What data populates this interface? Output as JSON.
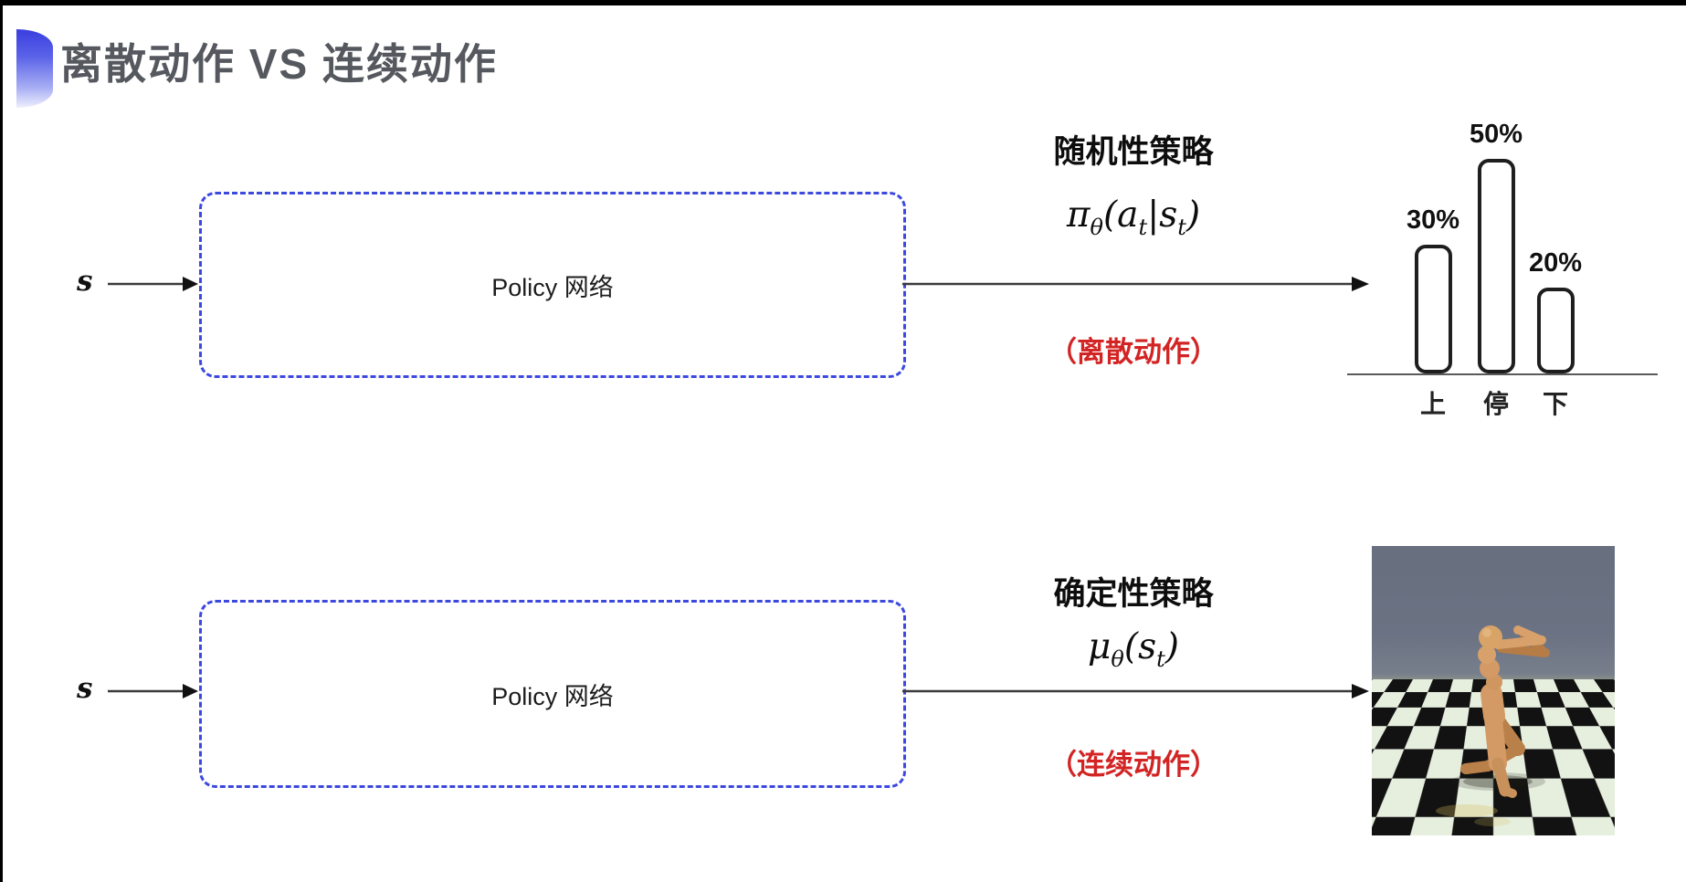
{
  "title": "离散动作 VS 连续动作",
  "top_row": {
    "input_label": "s",
    "box_label": "Policy 网络",
    "policy_type": "随机性策略",
    "formula": {
      "fn": "π",
      "fn_sub": "θ",
      "open": "(",
      "arg1": "a",
      "arg1_sub": "t",
      "sep": "|",
      "arg2": "s",
      "arg2_sub": "t",
      "close": ")"
    },
    "action_note": "（离散动作）"
  },
  "bottom_row": {
    "input_label": "s",
    "box_label": "Policy 网络",
    "policy_type": "确定性策略",
    "formula": {
      "fn": "μ",
      "fn_sub": "θ",
      "open": "(",
      "arg1": "s",
      "arg1_sub": "t",
      "close": ")"
    },
    "action_note": "（连续动作）"
  },
  "chart_data": {
    "type": "bar",
    "title": "",
    "categories": [
      "上",
      "停",
      "下"
    ],
    "values": [
      30,
      50,
      20
    ],
    "value_labels": [
      "30%",
      "50%",
      "20%"
    ],
    "ylim": [
      0,
      55
    ],
    "grid": false,
    "legend": "none"
  },
  "colors": {
    "accent_blue": "#3c49df",
    "note_red": "#d32424",
    "title_gray": "#55585e",
    "robot_sky": "#68707f",
    "robot_floor_light": "#e6eede",
    "robot_floor_dark": "#121212",
    "robot_body": "#d49a66"
  }
}
